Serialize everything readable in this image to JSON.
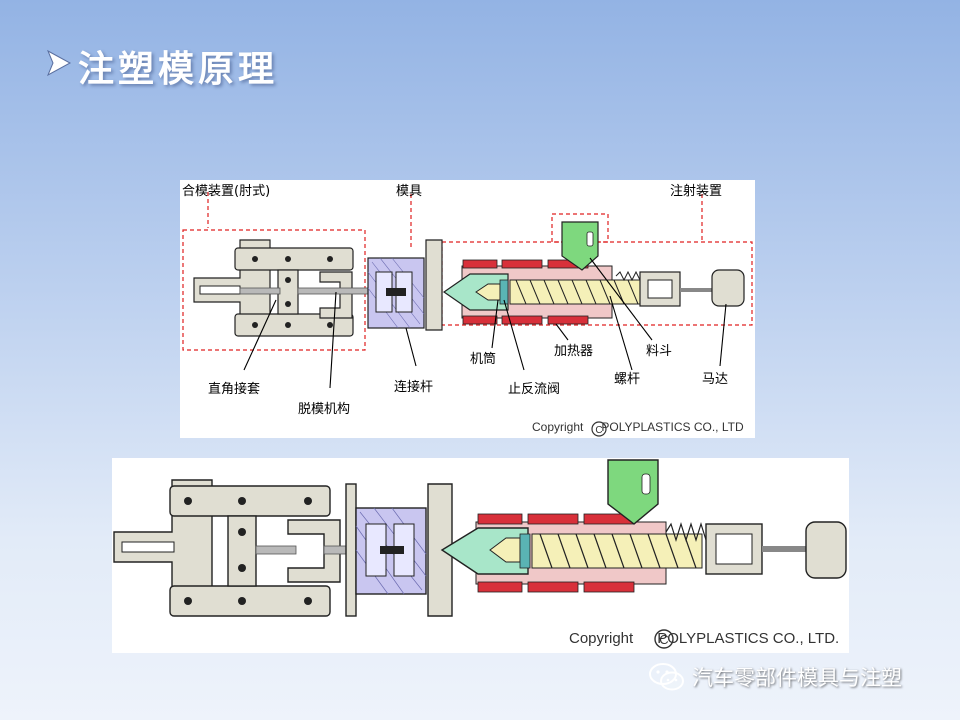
{
  "title": "注塑模原理",
  "colors": {
    "frame": "#e0ded2",
    "frame_stroke": "#222222",
    "mold": "#c9c6f0",
    "heater": "#d8303a",
    "barrel": "#f0c8c8",
    "nozzle": "#a8e6c9",
    "screw": "#f5f0b8",
    "hopper": "#7ed87e",
    "dashed": "#e02020"
  },
  "top_diagram": {
    "labels": {
      "clamping_unit": "合模装置(肘式)",
      "mold": "模具",
      "injection_unit": "注射装置",
      "barrel": "机筒",
      "heater": "加热器",
      "hopper": "料斗",
      "toggle_sleeve": "直角接套",
      "ejector": "脱模机构",
      "tie_bar": "连接杆",
      "check_valve": "止反流阀",
      "screw": "螺杆",
      "motor": "马达"
    },
    "copyright": {
      "prefix": "Copyright",
      "symbol": "C",
      "text": "POLYPLASTICS CO., LTD"
    }
  },
  "bottom_diagram": {
    "copyright": {
      "prefix": "Copyright",
      "symbol": "C",
      "text": "POLYPLASTICS CO., LTD."
    }
  },
  "watermark": {
    "icon": "wechat-icon",
    "text": "汽车零部件模具与注塑"
  }
}
